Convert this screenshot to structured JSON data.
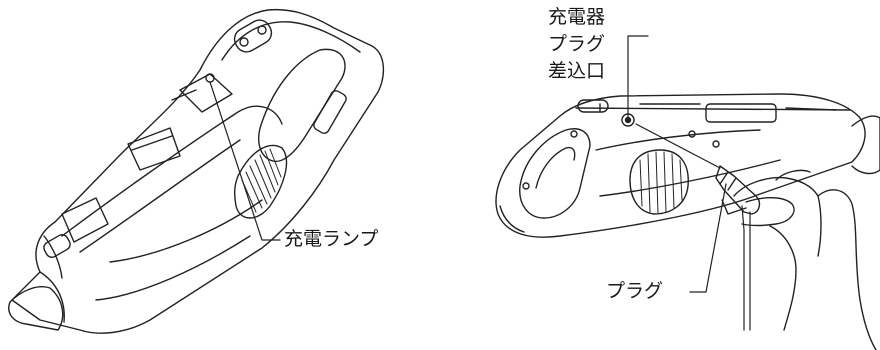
{
  "labels": {
    "charge_lamp": "充電ランプ",
    "charger_plug_inlet": [
      "充電器",
      "プラグ",
      "差込口"
    ],
    "plug": "プラグ"
  }
}
